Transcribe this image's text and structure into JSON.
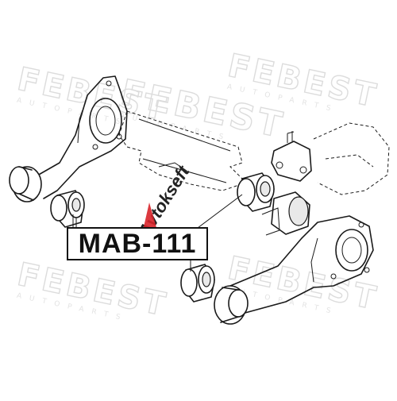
{
  "watermark": {
    "brand": "FEBEST",
    "sub": "AUTOPARTS"
  },
  "part_label": "MAB-111",
  "seller_logo": {
    "text": "Avtokseft"
  },
  "colors": {
    "ink": "#1a1a1a",
    "watermark": "#dcdcdc",
    "logo_red": "#d8232a",
    "logo_black": "#222222"
  }
}
